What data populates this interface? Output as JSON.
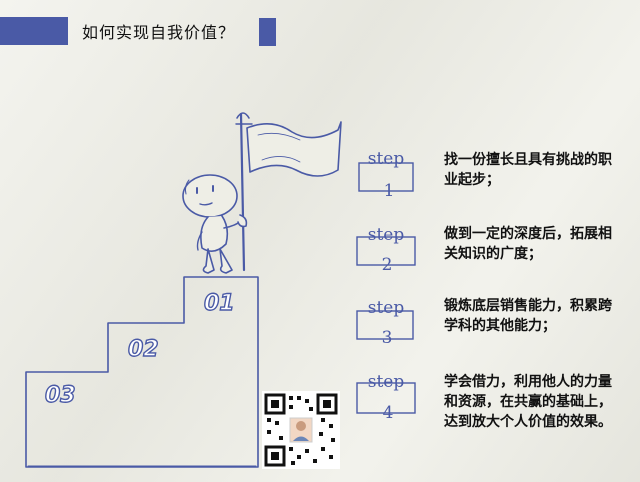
{
  "header": {
    "title": "如何实现自我价值？"
  },
  "stairs": [
    {
      "number": "01"
    },
    {
      "number": "02"
    },
    {
      "number": "03"
    }
  ],
  "steps": [
    {
      "label": "step",
      "number": "1",
      "text": "找一份擅长且具有挑战的职业起步；"
    },
    {
      "label": "step",
      "number": "2",
      "text": "做到一定的深度后，拓展相关知识的广度；"
    },
    {
      "label": "step",
      "number": "3",
      "text": "锻炼底层销售能力，积累跨学科的其他能力；"
    },
    {
      "label": "step",
      "number": "4",
      "text": "学会借力，利用他人的力量和资源，在共赢的基础上，达到放大个人价值的效果。"
    }
  ],
  "colors": {
    "accent": "#4a5aa6",
    "background": "#eeeee6"
  },
  "icons": {
    "qr": "qr-code-icon",
    "figure": "stick-figure-with-flag-icon"
  }
}
